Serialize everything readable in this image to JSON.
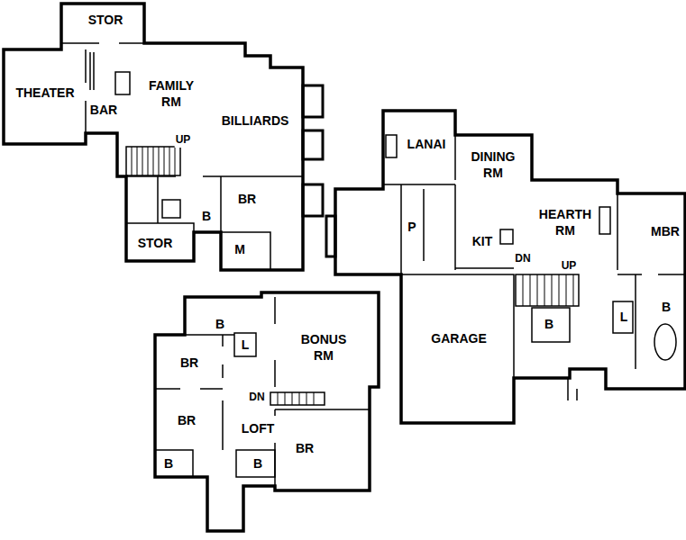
{
  "diagram": {
    "labels": [
      "STOR",
      "THEATER",
      "BAR",
      "FAMILY RM",
      "BILLIARDS",
      "UP",
      "BR",
      "B",
      "STOR",
      "M",
      "LANAI",
      "DINING RM",
      "HEARTH RM",
      "MBR",
      "P",
      "KIT",
      "DN",
      "UP",
      "B",
      "L",
      "B",
      "GARAGE",
      "B",
      "L",
      "BONUS RM",
      "BR",
      "DN",
      "BR",
      "LOFT",
      "BR",
      "B",
      "B"
    ]
  }
}
